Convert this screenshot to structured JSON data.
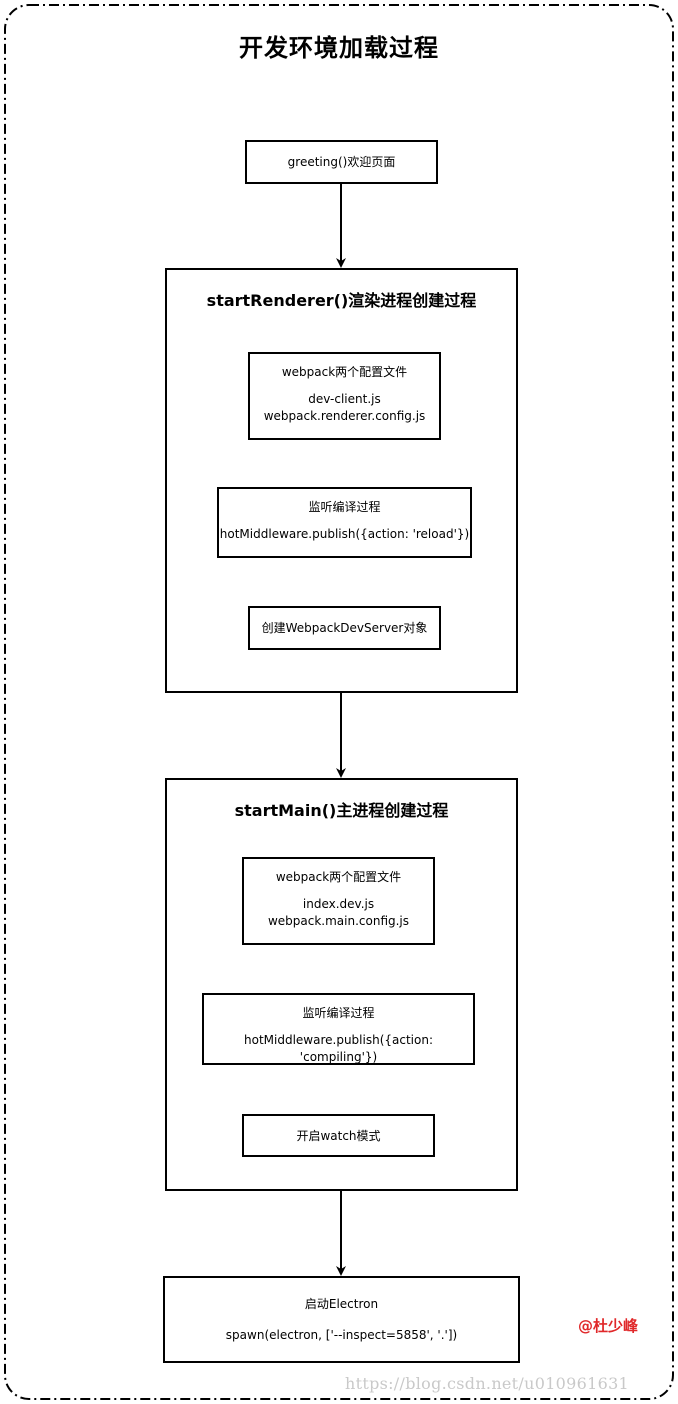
{
  "title": "开发环境加载过程",
  "greeting": "greeting()欢迎页面",
  "renderer": {
    "title": "startRenderer()渲染进程创建过程",
    "config_label": "webpack两个配置文件",
    "config_files": [
      "dev-client.js",
      "webpack.renderer.config.js"
    ],
    "listen_label": "监听编译过程",
    "listen_code": "hotMiddleware.publish({action: 'reload'})",
    "create_server": "创建WebpackDevServer对象"
  },
  "main": {
    "title": "startMain()主进程创建过程",
    "config_label": "webpack两个配置文件",
    "config_files": [
      "index.dev.js",
      "webpack.main.config.js"
    ],
    "listen_label": "监听编译过程",
    "listen_code": "hotMiddleware.publish({action: 'compiling'})",
    "watch_mode": "开启watch模式"
  },
  "electron": {
    "label": "启动Electron",
    "code": "spawn(electron, ['--inspect=5858', '.'])"
  },
  "author": "@杜少峰",
  "watermark": "https://blog.csdn.net/u010961631"
}
